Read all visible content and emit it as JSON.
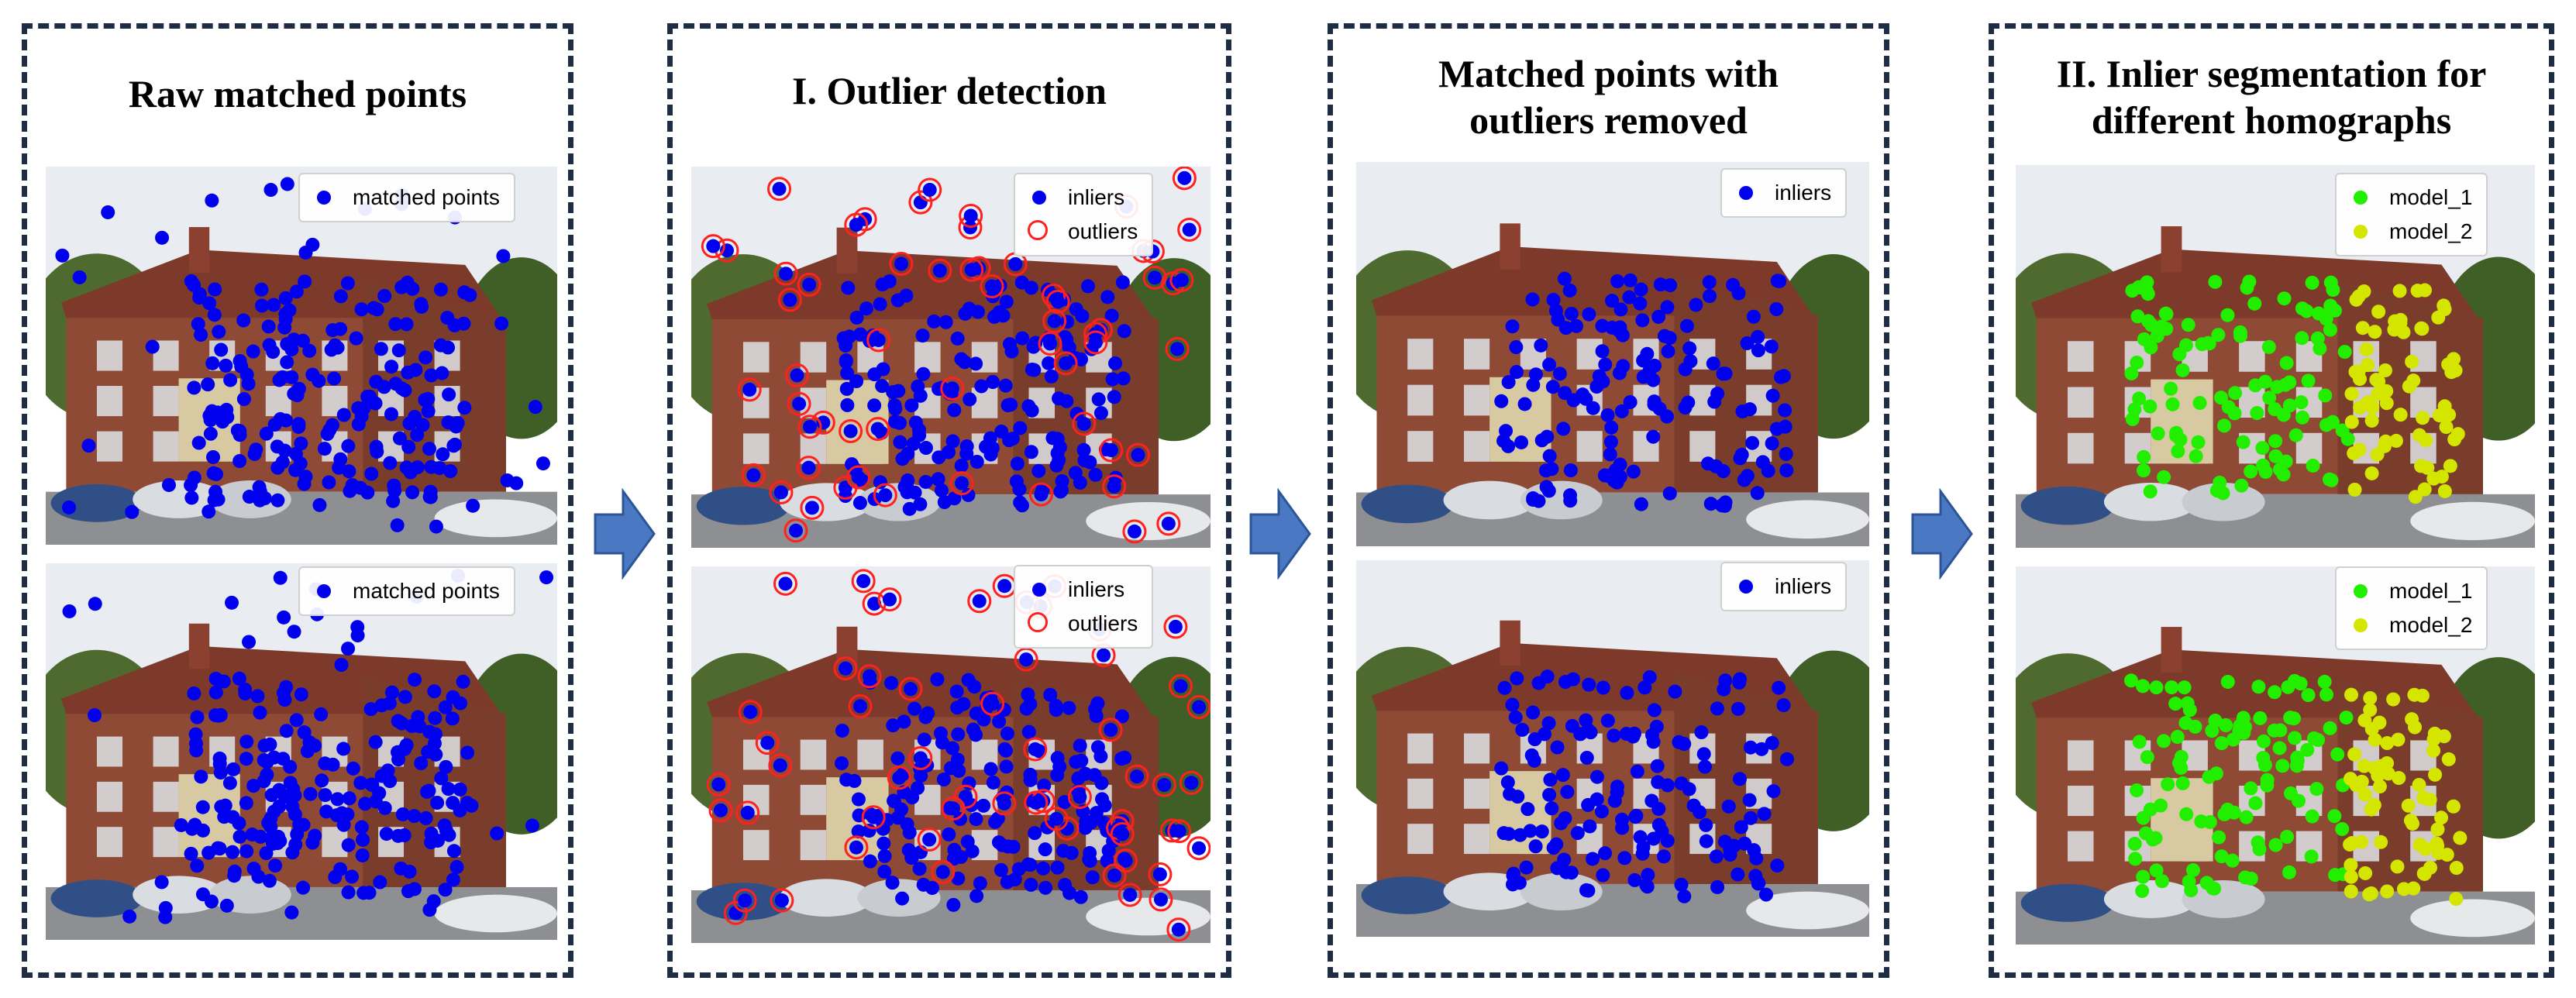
{
  "panels": [
    {
      "title": [
        "Raw matched points"
      ],
      "top_legend": [
        {
          "label": "matched points",
          "symbol": "dot",
          "color": "#0000ee"
        }
      ],
      "bottom_legend": [
        {
          "label": "matched points",
          "symbol": "dot",
          "color": "#0000ee"
        }
      ]
    },
    {
      "title": [
        "I. Outlier detection"
      ],
      "top_legend": [
        {
          "label": "inliers",
          "symbol": "dot",
          "color": "#0000ee"
        },
        {
          "label": "outliers",
          "symbol": "ring",
          "color": "#ff2020"
        }
      ],
      "bottom_legend": [
        {
          "label": "inliers",
          "symbol": "dot",
          "color": "#0000ee"
        },
        {
          "label": "outliers",
          "symbol": "ring",
          "color": "#ff2020"
        }
      ]
    },
    {
      "title": [
        "Matched points with",
        "outliers removed"
      ],
      "top_legend": [
        {
          "label": "inliers",
          "symbol": "dot",
          "color": "#0000ee"
        }
      ],
      "bottom_legend": [
        {
          "label": "inliers",
          "symbol": "dot",
          "color": "#0000ee"
        }
      ]
    },
    {
      "title": [
        "II. Inlier segmentation for",
        "different homographs"
      ],
      "top_legend": [
        {
          "label": "model_1",
          "symbol": "dot",
          "color": "#22ee00"
        },
        {
          "label": "model_2",
          "symbol": "dot",
          "color": "#d4e600"
        }
      ],
      "bottom_legend": [
        {
          "label": "model_1",
          "symbol": "dot",
          "color": "#22ee00"
        },
        {
          "label": "model_2",
          "symbol": "dot",
          "color": "#d4e600"
        }
      ]
    }
  ],
  "colors": {
    "border": "#1f2d44",
    "arrow": "#4a78c2",
    "inlier": "#0000ee",
    "outlier": "#ff2020",
    "model_1": "#22ee00",
    "model_2": "#d4e600"
  },
  "icons": [
    "right-arrow-icon"
  ]
}
